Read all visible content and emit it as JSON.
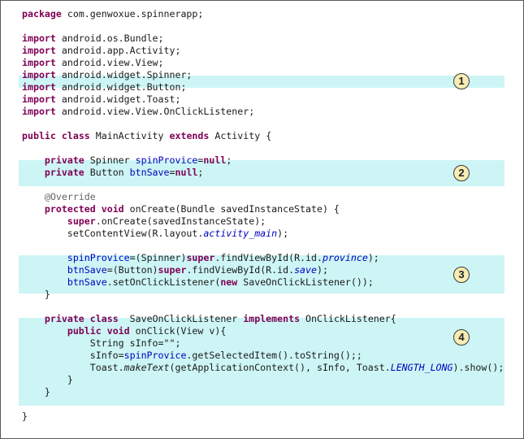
{
  "code_lines": [
    [
      {
        "t": "package",
        "s": "kw"
      },
      {
        "t": " com.genwoxue.spinnerapp;",
        "s": ""
      }
    ],
    [],
    [
      {
        "t": "import",
        "s": "kw"
      },
      {
        "t": " android.os.Bundle;",
        "s": ""
      }
    ],
    [
      {
        "t": "import",
        "s": "kw"
      },
      {
        "t": " android.app.Activity;",
        "s": ""
      }
    ],
    [
      {
        "t": "import",
        "s": "kw"
      },
      {
        "t": " android.view.View;",
        "s": ""
      }
    ],
    [
      {
        "t": "import",
        "s": "kw"
      },
      {
        "t": " android.widget.Spinner;",
        "s": ""
      }
    ],
    [
      {
        "t": "import",
        "s": "kw"
      },
      {
        "t": " android.widget.Button;",
        "s": ""
      }
    ],
    [
      {
        "t": "import",
        "s": "kw"
      },
      {
        "t": " android.widget.Toast;",
        "s": ""
      }
    ],
    [
      {
        "t": "import",
        "s": "kw"
      },
      {
        "t": " android.view.View.OnClickListener;",
        "s": ""
      }
    ],
    [],
    [
      {
        "t": "public",
        "s": "kw"
      },
      {
        "t": " ",
        "s": ""
      },
      {
        "t": "class",
        "s": "kw"
      },
      {
        "t": " MainActivity ",
        "s": ""
      },
      {
        "t": "extends",
        "s": "kw"
      },
      {
        "t": " Activity {",
        "s": ""
      }
    ],
    [],
    [
      {
        "t": "    ",
        "s": ""
      },
      {
        "t": "private",
        "s": "kw"
      },
      {
        "t": " Spinner ",
        "s": ""
      },
      {
        "t": "spinProvice",
        "s": "fld"
      },
      {
        "t": "=",
        "s": ""
      },
      {
        "t": "null",
        "s": "kw"
      },
      {
        "t": ";",
        "s": ""
      }
    ],
    [
      {
        "t": "    ",
        "s": ""
      },
      {
        "t": "private",
        "s": "kw"
      },
      {
        "t": " Button ",
        "s": ""
      },
      {
        "t": "btnSave",
        "s": "fld"
      },
      {
        "t": "=",
        "s": ""
      },
      {
        "t": "null",
        "s": "kw"
      },
      {
        "t": ";",
        "s": ""
      }
    ],
    [],
    [
      {
        "t": "    ",
        "s": ""
      },
      {
        "t": "@Override",
        "s": "ann"
      }
    ],
    [
      {
        "t": "    ",
        "s": ""
      },
      {
        "t": "protected",
        "s": "kw"
      },
      {
        "t": " ",
        "s": ""
      },
      {
        "t": "void",
        "s": "kw"
      },
      {
        "t": " onCreate(Bundle savedInstanceState) {",
        "s": ""
      }
    ],
    [
      {
        "t": "        ",
        "s": ""
      },
      {
        "t": "super",
        "s": "kw"
      },
      {
        "t": ".onCreate(savedInstanceState);",
        "s": ""
      }
    ],
    [
      {
        "t": "        setContentView(R.layout.",
        "s": ""
      },
      {
        "t": "activity_main",
        "s": "fld itl"
      },
      {
        "t": ");",
        "s": ""
      }
    ],
    [],
    [
      {
        "t": "        ",
        "s": ""
      },
      {
        "t": "spinProvice",
        "s": "fld"
      },
      {
        "t": "=(Spinner)",
        "s": ""
      },
      {
        "t": "super",
        "s": "kw"
      },
      {
        "t": ".findViewById(R.id.",
        "s": ""
      },
      {
        "t": "province",
        "s": "fld itl"
      },
      {
        "t": ");",
        "s": ""
      }
    ],
    [
      {
        "t": "        ",
        "s": ""
      },
      {
        "t": "btnSave",
        "s": "fld"
      },
      {
        "t": "=(Button)",
        "s": ""
      },
      {
        "t": "super",
        "s": "kw"
      },
      {
        "t": ".findViewById(R.id.",
        "s": ""
      },
      {
        "t": "save",
        "s": "fld itl"
      },
      {
        "t": ");",
        "s": ""
      }
    ],
    [
      {
        "t": "        ",
        "s": ""
      },
      {
        "t": "btnSave",
        "s": "fld"
      },
      {
        "t": ".setOnClickListener(",
        "s": ""
      },
      {
        "t": "new",
        "s": "kw"
      },
      {
        "t": " SaveOnClickListener());",
        "s": ""
      }
    ],
    [
      {
        "t": "    }",
        "s": ""
      }
    ],
    [],
    [
      {
        "t": "    ",
        "s": ""
      },
      {
        "t": "private",
        "s": "kw"
      },
      {
        "t": " ",
        "s": ""
      },
      {
        "t": "class",
        "s": "kw"
      },
      {
        "t": "  SaveOnClickListener ",
        "s": ""
      },
      {
        "t": "implements",
        "s": "kw"
      },
      {
        "t": " OnClickListener{",
        "s": ""
      }
    ],
    [
      {
        "t": "        ",
        "s": ""
      },
      {
        "t": "public",
        "s": "kw"
      },
      {
        "t": " ",
        "s": ""
      },
      {
        "t": "void",
        "s": "kw"
      },
      {
        "t": " onClick(View v){",
        "s": ""
      }
    ],
    [
      {
        "t": "            String sInfo=\"\";",
        "s": ""
      }
    ],
    [
      {
        "t": "            sInfo=",
        "s": ""
      },
      {
        "t": "spinProvice",
        "s": "fld"
      },
      {
        "t": ".getSelectedItem().toString();;",
        "s": ""
      }
    ],
    [
      {
        "t": "            Toast.",
        "s": ""
      },
      {
        "t": "makeText",
        "s": "itl"
      },
      {
        "t": "(getApplicationContext(), sInfo, Toast.",
        "s": ""
      },
      {
        "t": "LENGTH_LONG",
        "s": "fld itl"
      },
      {
        "t": ").show();",
        "s": ""
      }
    ],
    [
      {
        "t": "        }",
        "s": ""
      }
    ],
    [
      {
        "t": "    }",
        "s": ""
      }
    ],
    [],
    [
      {
        "t": "}",
        "s": ""
      }
    ]
  ],
  "callouts": [
    "1",
    "2",
    "3",
    "4"
  ],
  "colors": {
    "keyword": "#7f0055",
    "field": "#0000c0",
    "annotation": "#646464",
    "highlight": "#cdf5f5",
    "callout_fill": "#f8ecb4"
  }
}
